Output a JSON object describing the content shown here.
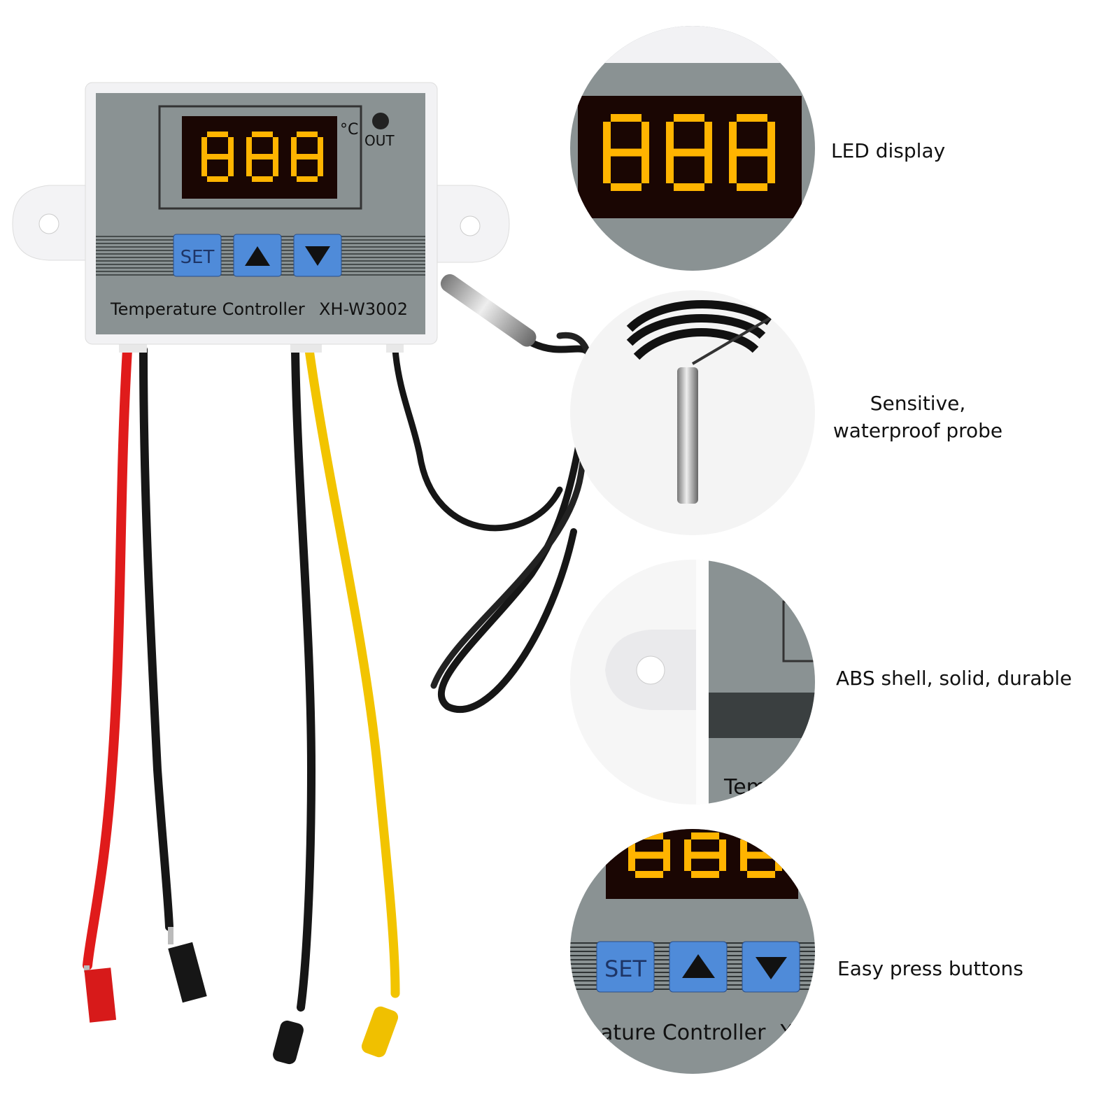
{
  "product": {
    "title": "Temperature Controller",
    "model": "XH-W3002",
    "display_reading": "888",
    "unit": "°C",
    "out_label": "OUT",
    "buttons": [
      {
        "label": "SET",
        "icon": "set"
      },
      {
        "label": "",
        "icon": "triangle-up-icon"
      },
      {
        "label": "",
        "icon": "triangle-down-icon"
      }
    ],
    "colors": {
      "panel": "#8a9293",
      "led": "#ffb400",
      "button": "#4f8bd9",
      "red_wire": "#e01b1b",
      "yellow_wire": "#f2c400",
      "black_wire": "#161616"
    }
  },
  "callouts": [
    {
      "label": "LED display"
    },
    {
      "line1": "Sensitive,",
      "line2": "waterproof probe"
    },
    {
      "label": "ABS shell, solid, durable"
    },
    {
      "label": "Easy press buttons"
    }
  ],
  "zoom_details": {
    "buttons_text": "SET",
    "partial_caption": "ature Controller  X",
    "partial_shell_text": "Tem"
  }
}
